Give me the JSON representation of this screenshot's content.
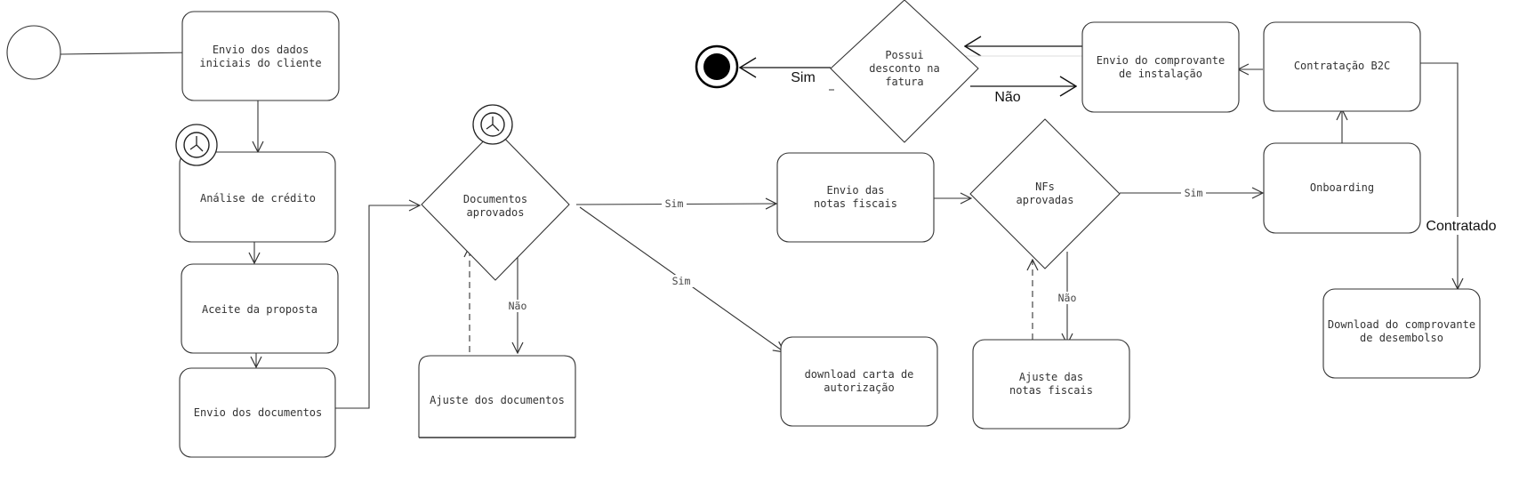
{
  "nodes": {
    "envio_dados": [
      "Envio dos dados",
      "iniciais do cliente"
    ],
    "analise": [
      "Análise de crédito"
    ],
    "aceite": [
      "Aceite da proposta"
    ],
    "envio_docs": [
      "Envio dos documentos"
    ],
    "docs_aprovados": [
      "Documentos",
      "aprovados"
    ],
    "ajuste_docs": [
      "Ajuste dos documentos"
    ],
    "envio_notas": [
      "Envio das",
      "notas fiscais"
    ],
    "download_carta": [
      "download carta de",
      "autorização"
    ],
    "nfs_aprovadas": [
      "NFs",
      "aprovadas"
    ],
    "ajuste_notas": [
      "Ajuste das",
      "notas fiscais"
    ],
    "onboarding": [
      "Onboarding"
    ],
    "contratacao": [
      "Contratação B2C"
    ],
    "envio_comprovante": [
      "Envio do comprovante",
      "de instalação"
    ],
    "possui_desconto": [
      "Possui",
      "desconto na",
      "fatura"
    ],
    "download_comprovante": [
      "Download do comprovante",
      "de desembolso"
    ]
  },
  "edge_labels": {
    "sim_docs_notas": "Sim",
    "sim_docs_carta": "Sim",
    "nao_docs": "Não",
    "sim_nfs": "Sim",
    "nao_nfs": "Não",
    "sim_final": "Sim",
    "nao_desconto": "Não",
    "contratado": "Contratado"
  },
  "colors": {
    "stroke": "#333333",
    "text": "#333333",
    "fill": "#ffffff",
    "final_node": "#000000"
  },
  "icons": {
    "timer_1": "timer-icon",
    "timer_2": "timer-icon"
  }
}
